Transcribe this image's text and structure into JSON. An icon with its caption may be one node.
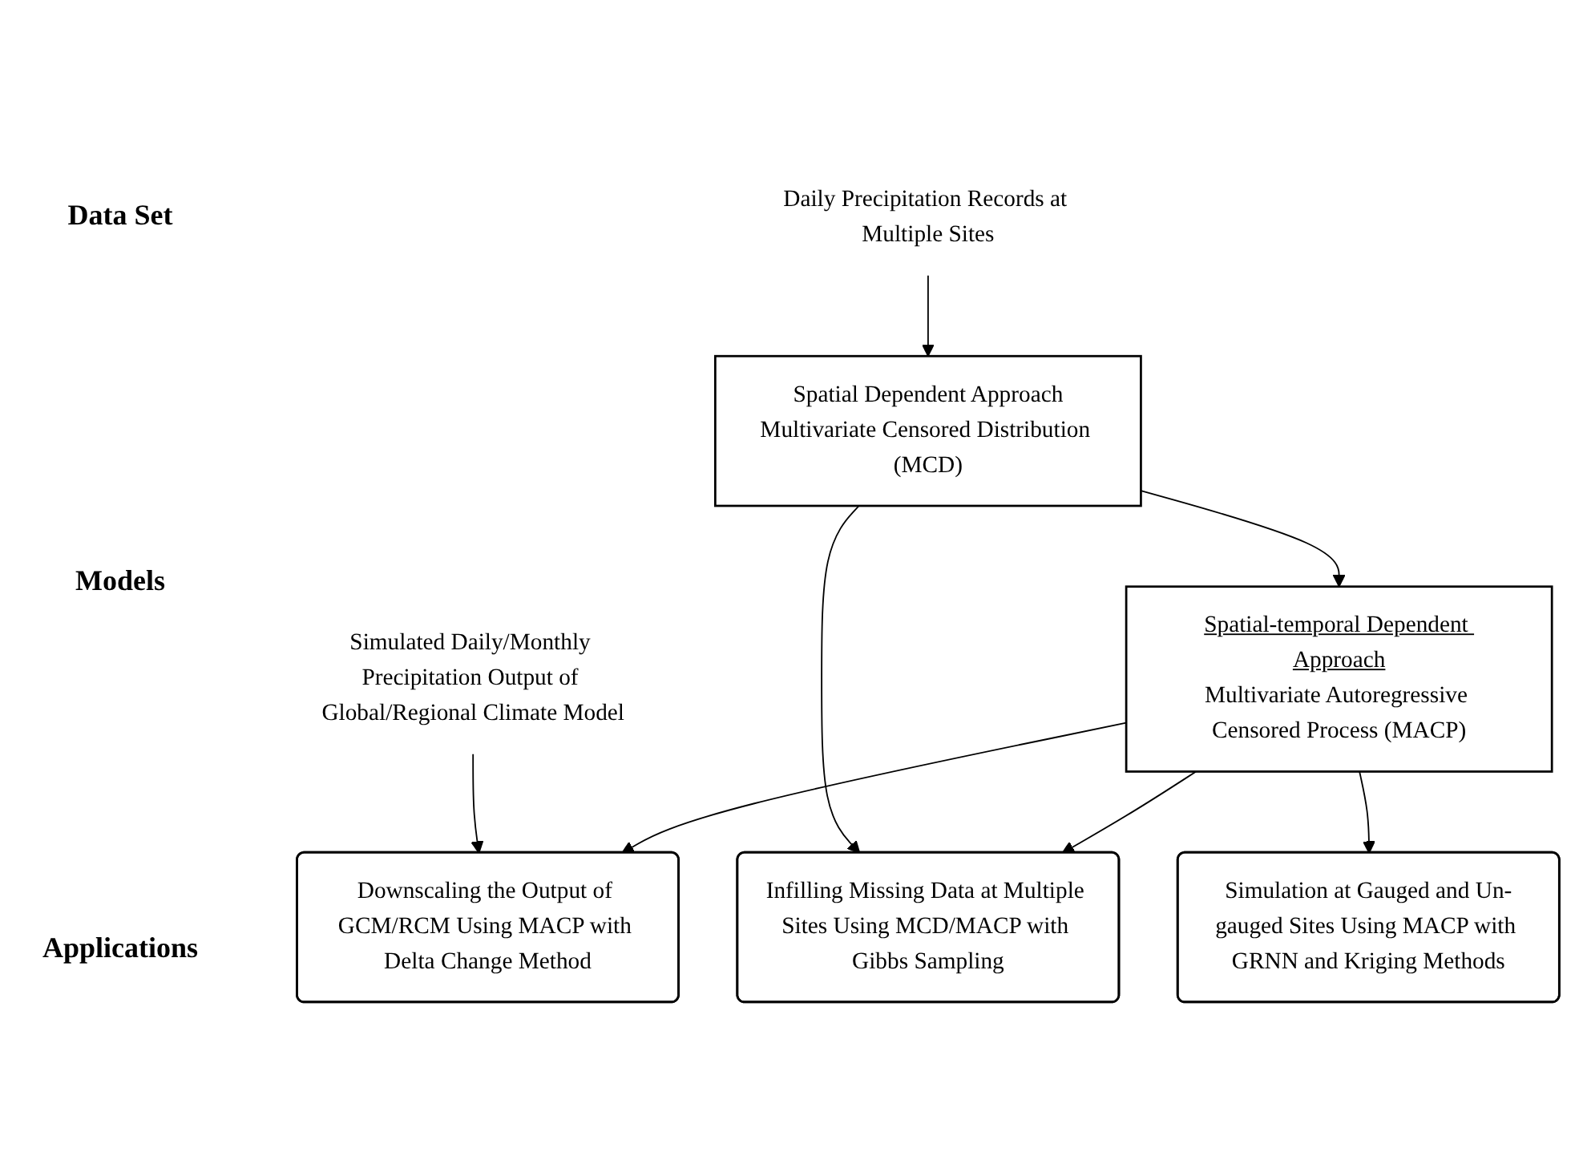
{
  "diagram": {
    "nodes": [
      {
        "text": [
          "Daily Precipitation Records at Multiple Sites"
        ]
      },
      {
        "text": [
          "Simulated Daily/Monthly Precipitation Output of Global/Regional Climate Model"
        ]
      },
      {
        "text": [
          "Spatial Dependent Approach",
          "Multivariate Censored Distribution (MCD)"
        ]
      },
      {
        "text": [
          "Spatial-temporal Dependent Approach",
          "Multivariate Autoregressive Censored Process (MACP)"
        ]
      },
      {
        "text": [
          "Infilling Missing Data at Multiple Sites Using MCD/MACP with Gibbs Sampling"
        ]
      },
      {
        "text": [
          "Simulation at Gauged and Un-gauged Sites Using MACP with GRNN and Kriging Methods"
        ]
      },
      {
        "text": [
          "Downscaling the Output of GCM/RCM Using MACP with Delta Change Method"
        ]
      }
    ],
    "edges": [
      {
        "from": 0,
        "to": 2,
        "arrow": "to"
      },
      {
        "from": 2,
        "to": 3,
        "arrow": "to"
      },
      {
        "from": 1,
        "to": 6,
        "arrow": "to"
      },
      {
        "from": 3,
        "to": 6,
        "arrow": "to"
      },
      {
        "from": 2,
        "to": 4,
        "arrow": "to"
      },
      {
        "from": 3,
        "to": 4,
        "arrow": "to"
      },
      {
        "from": 3,
        "to": 5,
        "arrow": "to"
      }
    ],
    "labels": [
      "Data Set",
      "Models",
      "Applications"
    ]
  }
}
